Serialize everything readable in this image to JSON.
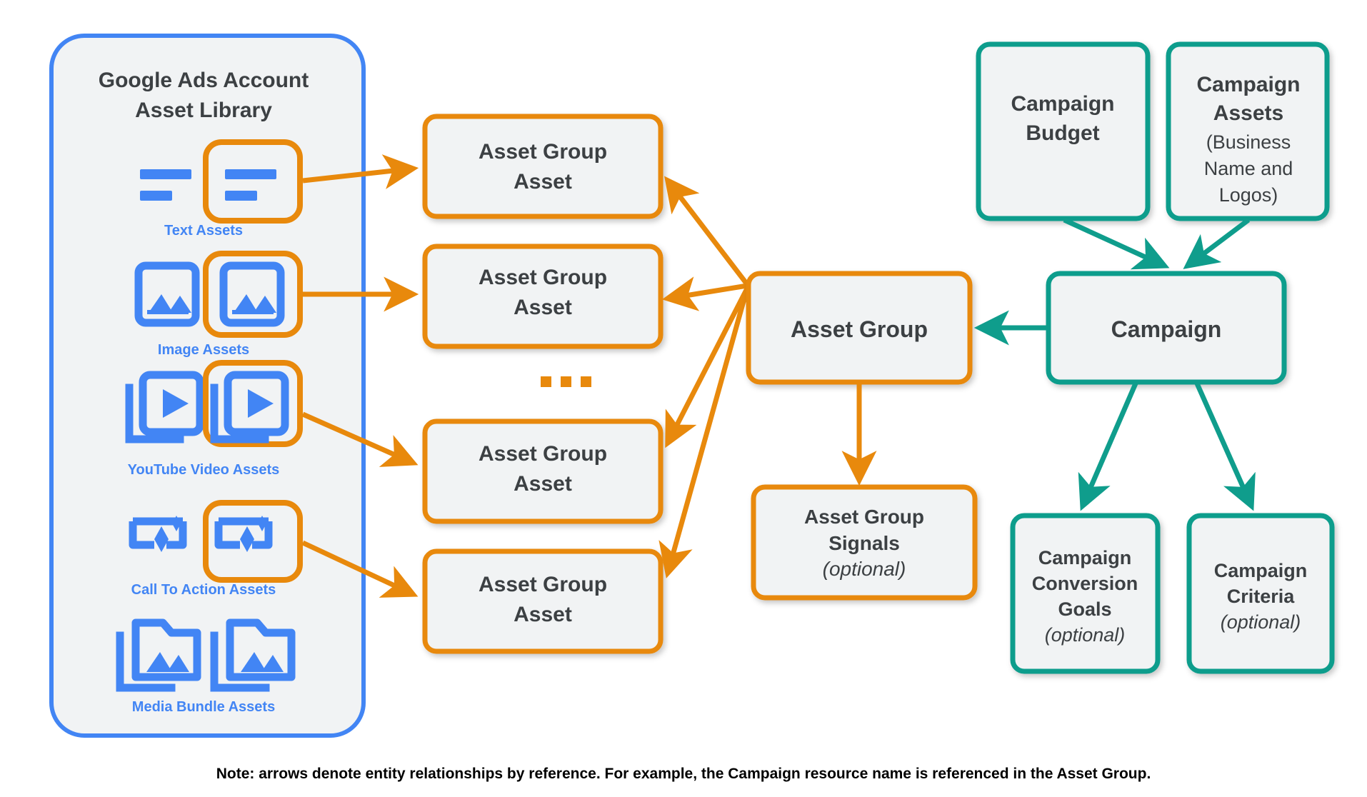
{
  "diagram": {
    "title_note": "Note: arrows denote entity relationships by reference. For example, the Campaign resource name is referenced in the Asset Group.",
    "colors": {
      "orange": "#E8890C",
      "teal": "#0F9D8C",
      "blue": "#4285F4",
      "box_fill": "#F1F3F4",
      "text": "#3C4043"
    }
  },
  "library": {
    "title_line1": "Google Ads Account",
    "title_line2": "Asset Library",
    "assets": [
      {
        "caption": "Text Assets",
        "icon": "text-asset-icon",
        "highlighted": true
      },
      {
        "caption": "Image Assets",
        "icon": "image-asset-icon",
        "highlighted": true
      },
      {
        "caption": "YouTube Video  Assets",
        "icon": "video-asset-icon",
        "highlighted": true
      },
      {
        "caption": "Call To Action Assets",
        "icon": "call-to-action-asset-icon",
        "highlighted": true
      },
      {
        "caption": "Media Bundle  Assets",
        "icon": "media-bundle-asset-icon",
        "highlighted": false
      }
    ]
  },
  "asset_group_assets": {
    "label_line1": "Asset Group",
    "label_line2": "Asset",
    "count": 4,
    "ellipsis": "..."
  },
  "asset_group": {
    "label": "Asset Group"
  },
  "asset_group_signals": {
    "label_line1": "Asset Group",
    "label_line2": "Signals",
    "optional": "(optional)"
  },
  "campaign": {
    "label": "Campaign"
  },
  "campaign_budget": {
    "label_line1": "Campaign",
    "label_line2": "Budget"
  },
  "campaign_assets": {
    "label_line1": "Campaign",
    "label_line2": "Assets",
    "sub_line1": "(Business",
    "sub_line2": "Name and",
    "sub_line3": "Logos)"
  },
  "campaign_conversion_goals": {
    "label_line1": "Campaign",
    "label_line2": "Conversion",
    "label_line3": "Goals",
    "optional": "(optional)"
  },
  "campaign_criteria": {
    "label_line1": "Campaign",
    "label_line2": "Criteria",
    "optional": "(optional)"
  }
}
